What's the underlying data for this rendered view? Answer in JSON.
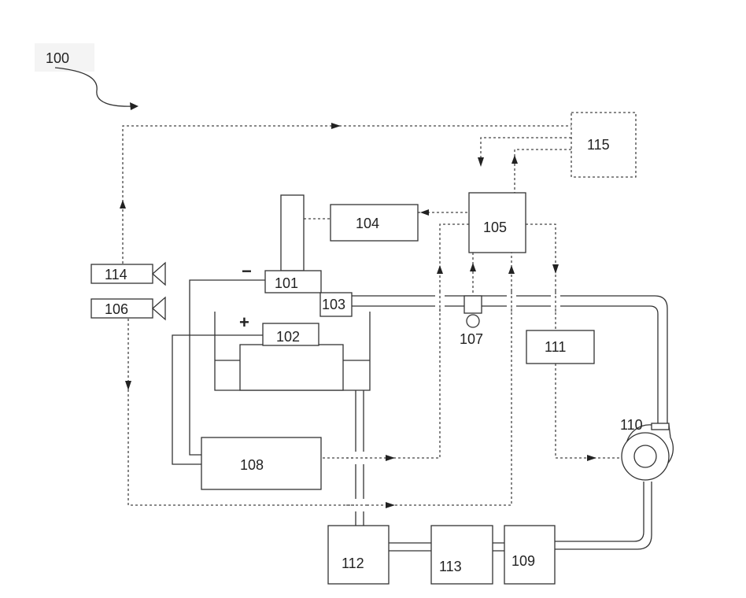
{
  "figure": {
    "ref": "100",
    "components": {
      "c101": "101",
      "c102": "102",
      "c103": "103",
      "c104": "104",
      "c105": "105",
      "c106": "106",
      "c107": "107",
      "c108": "108",
      "c109": "109",
      "c110": "110",
      "c111": "111",
      "c112": "112",
      "c113": "113",
      "c114": "114",
      "c115": "115"
    },
    "polarity": {
      "negative": "−",
      "positive": "+"
    }
  }
}
